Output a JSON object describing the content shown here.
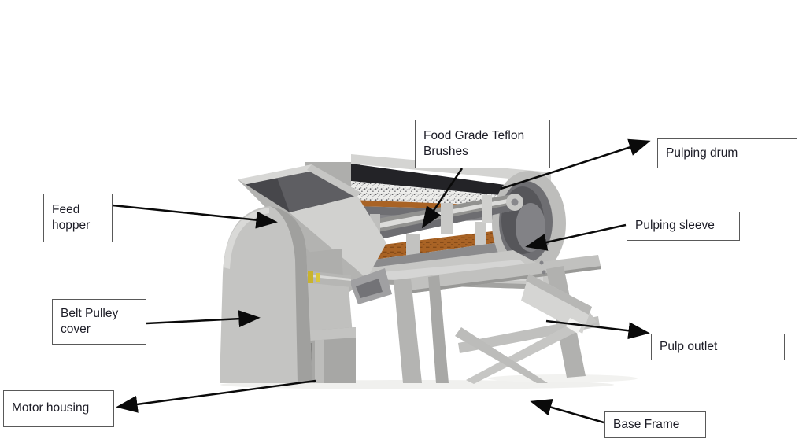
{
  "figure": {
    "description": "Pulping machine labeled diagram"
  },
  "labels": [
    {
      "id": "food-grade-teflon-brushes",
      "text": "Food Grade Teflon Brushes"
    },
    {
      "id": "pulping-drum",
      "text": "Pulping drum"
    },
    {
      "id": "feed-hopper",
      "text": "Feed hopper"
    },
    {
      "id": "pulping-sleeve",
      "text": "Pulping sleeve"
    },
    {
      "id": "belt-pulley-cover",
      "text": "Belt Pulley cover"
    },
    {
      "id": "pulp-outlet",
      "text": "Pulp outlet"
    },
    {
      "id": "motor-housing",
      "text": "Motor housing"
    },
    {
      "id": "base-frame",
      "text": "Base Frame"
    }
  ],
  "colors": {
    "arrow": "#0a0a0a",
    "box_border": "#595959",
    "box_background": "#ffffff",
    "label_text": "#1c1c26",
    "metal_light": "#c7c7c5",
    "metal_mid": "#aeaeac",
    "metal_dark": "#56565a",
    "drum_interior_dark": "#232327",
    "brush_orange": "#a96325",
    "canvas": "#ffffff"
  }
}
